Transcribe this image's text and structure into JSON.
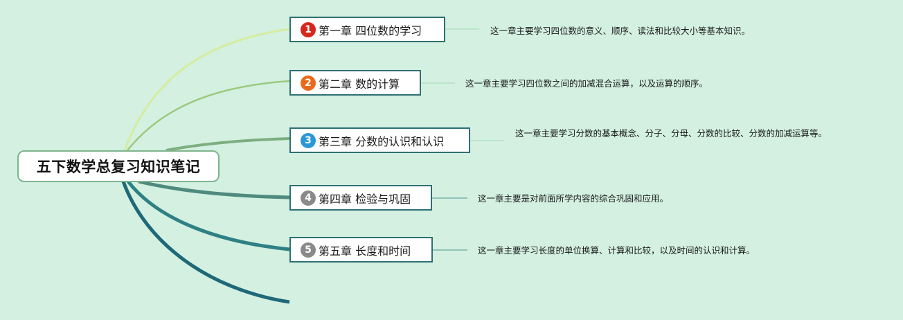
{
  "root": {
    "title": "五下数学总复习知识笔记"
  },
  "colors": {
    "background": "#d3f0e1",
    "badge_1": "#d7261b",
    "badge_2": "#ea6a1c",
    "badge_3": "#2a98d8",
    "badge_4": "#8a8a8a",
    "badge_5": "#8a8a8a"
  },
  "topics": [
    {
      "number": "1",
      "label": "第一章 四位数的学习",
      "note": "这一章主要学习四位数的意义、顺序、读法和比较大小等基本知识。"
    },
    {
      "number": "2",
      "label": "第二章 数的计算",
      "note": "这一章主要学习四位数之间的加减混合运算，以及运算的顺序。"
    },
    {
      "number": "3",
      "label": "第三章 分数的认识和认识",
      "note": "这一章主要学习分数的基本概念、分子、分母、分数的比较、分数的加减运算等。"
    },
    {
      "number": "4",
      "label": "第四章 检验与巩固",
      "note": "这一章主要是对前面所学内容的综合巩固和应用。"
    },
    {
      "number": "5",
      "label": "第五章 长度和时间",
      "note": "这一章主要学习长度的单位换算、计算和比较，以及时间的认识和计算。"
    }
  ]
}
